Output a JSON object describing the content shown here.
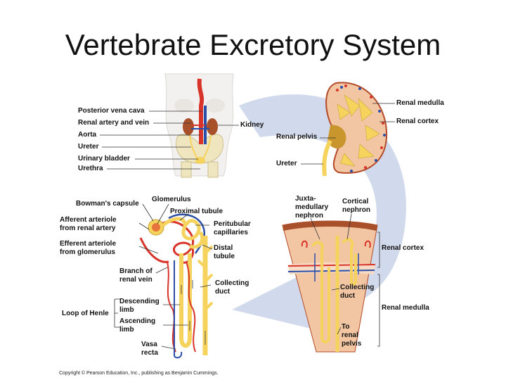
{
  "title": "Vertebrate Excretory System",
  "labels": {
    "posterior_vena_cava": "Posterior vena cava",
    "renal_artery_vein": "Renal artery and vein",
    "aorta": "Aorta",
    "ureter_body": "Ureter",
    "urinary_bladder": "Urinary bladder",
    "urethra": "Urethra",
    "kidney": "Kidney",
    "renal_medulla_top": "Renal medulla",
    "renal_cortex_top": "Renal cortex",
    "renal_pelvis": "Renal pelvis",
    "ureter_kidney": "Ureter",
    "bowmans_capsule": "Bowman's capsule",
    "glomerulus": "Glomerulus",
    "proximal_tubule": "Proximal tubule",
    "afferent_1": "Afferent arteriole",
    "afferent_2": "from renal artery",
    "peritubular_1": "Peritubular",
    "peritubular_2": "capillaries",
    "efferent_1": "Efferent arteriole",
    "efferent_2": "from glomerulus",
    "distal_1": "Distal",
    "distal_2": "tubule",
    "branch_1": "Branch of",
    "branch_2": "renal vein",
    "collecting_left_1": "Collecting",
    "collecting_left_2": "duct",
    "descending_1": "Descending",
    "descending_2": "limb",
    "loop_of_henle": "Loop of Henle",
    "ascending_1": "Ascending",
    "ascending_2": "limb",
    "vasa_1": "Vasa",
    "vasa_2": "recta",
    "juxta_1": "Juxta-",
    "juxta_2": "medullary",
    "juxta_3": "nephron",
    "cortical_1": "Cortical",
    "cortical_2": "nephron",
    "renal_cortex_bottom": "Renal cortex",
    "collecting_right_1": "Collecting",
    "collecting_right_2": "duct",
    "renal_medulla_bottom": "Renal medulla",
    "to_renal_1": "To",
    "to_renal_2": "renal",
    "to_renal_3": "pelvis"
  },
  "copyright": "Copyright © Pearson Education, Inc., publishing as Benjamin Cummings.",
  "colors": {
    "artery": "#d8342a",
    "vein": "#2b4fa8",
    "tubule": "#f5d35c",
    "kidney_cortex": "#f2c6a2",
    "arrow": "#c9d3ea",
    "bone": "#efe6bf",
    "skin": "#f3f1ef"
  }
}
